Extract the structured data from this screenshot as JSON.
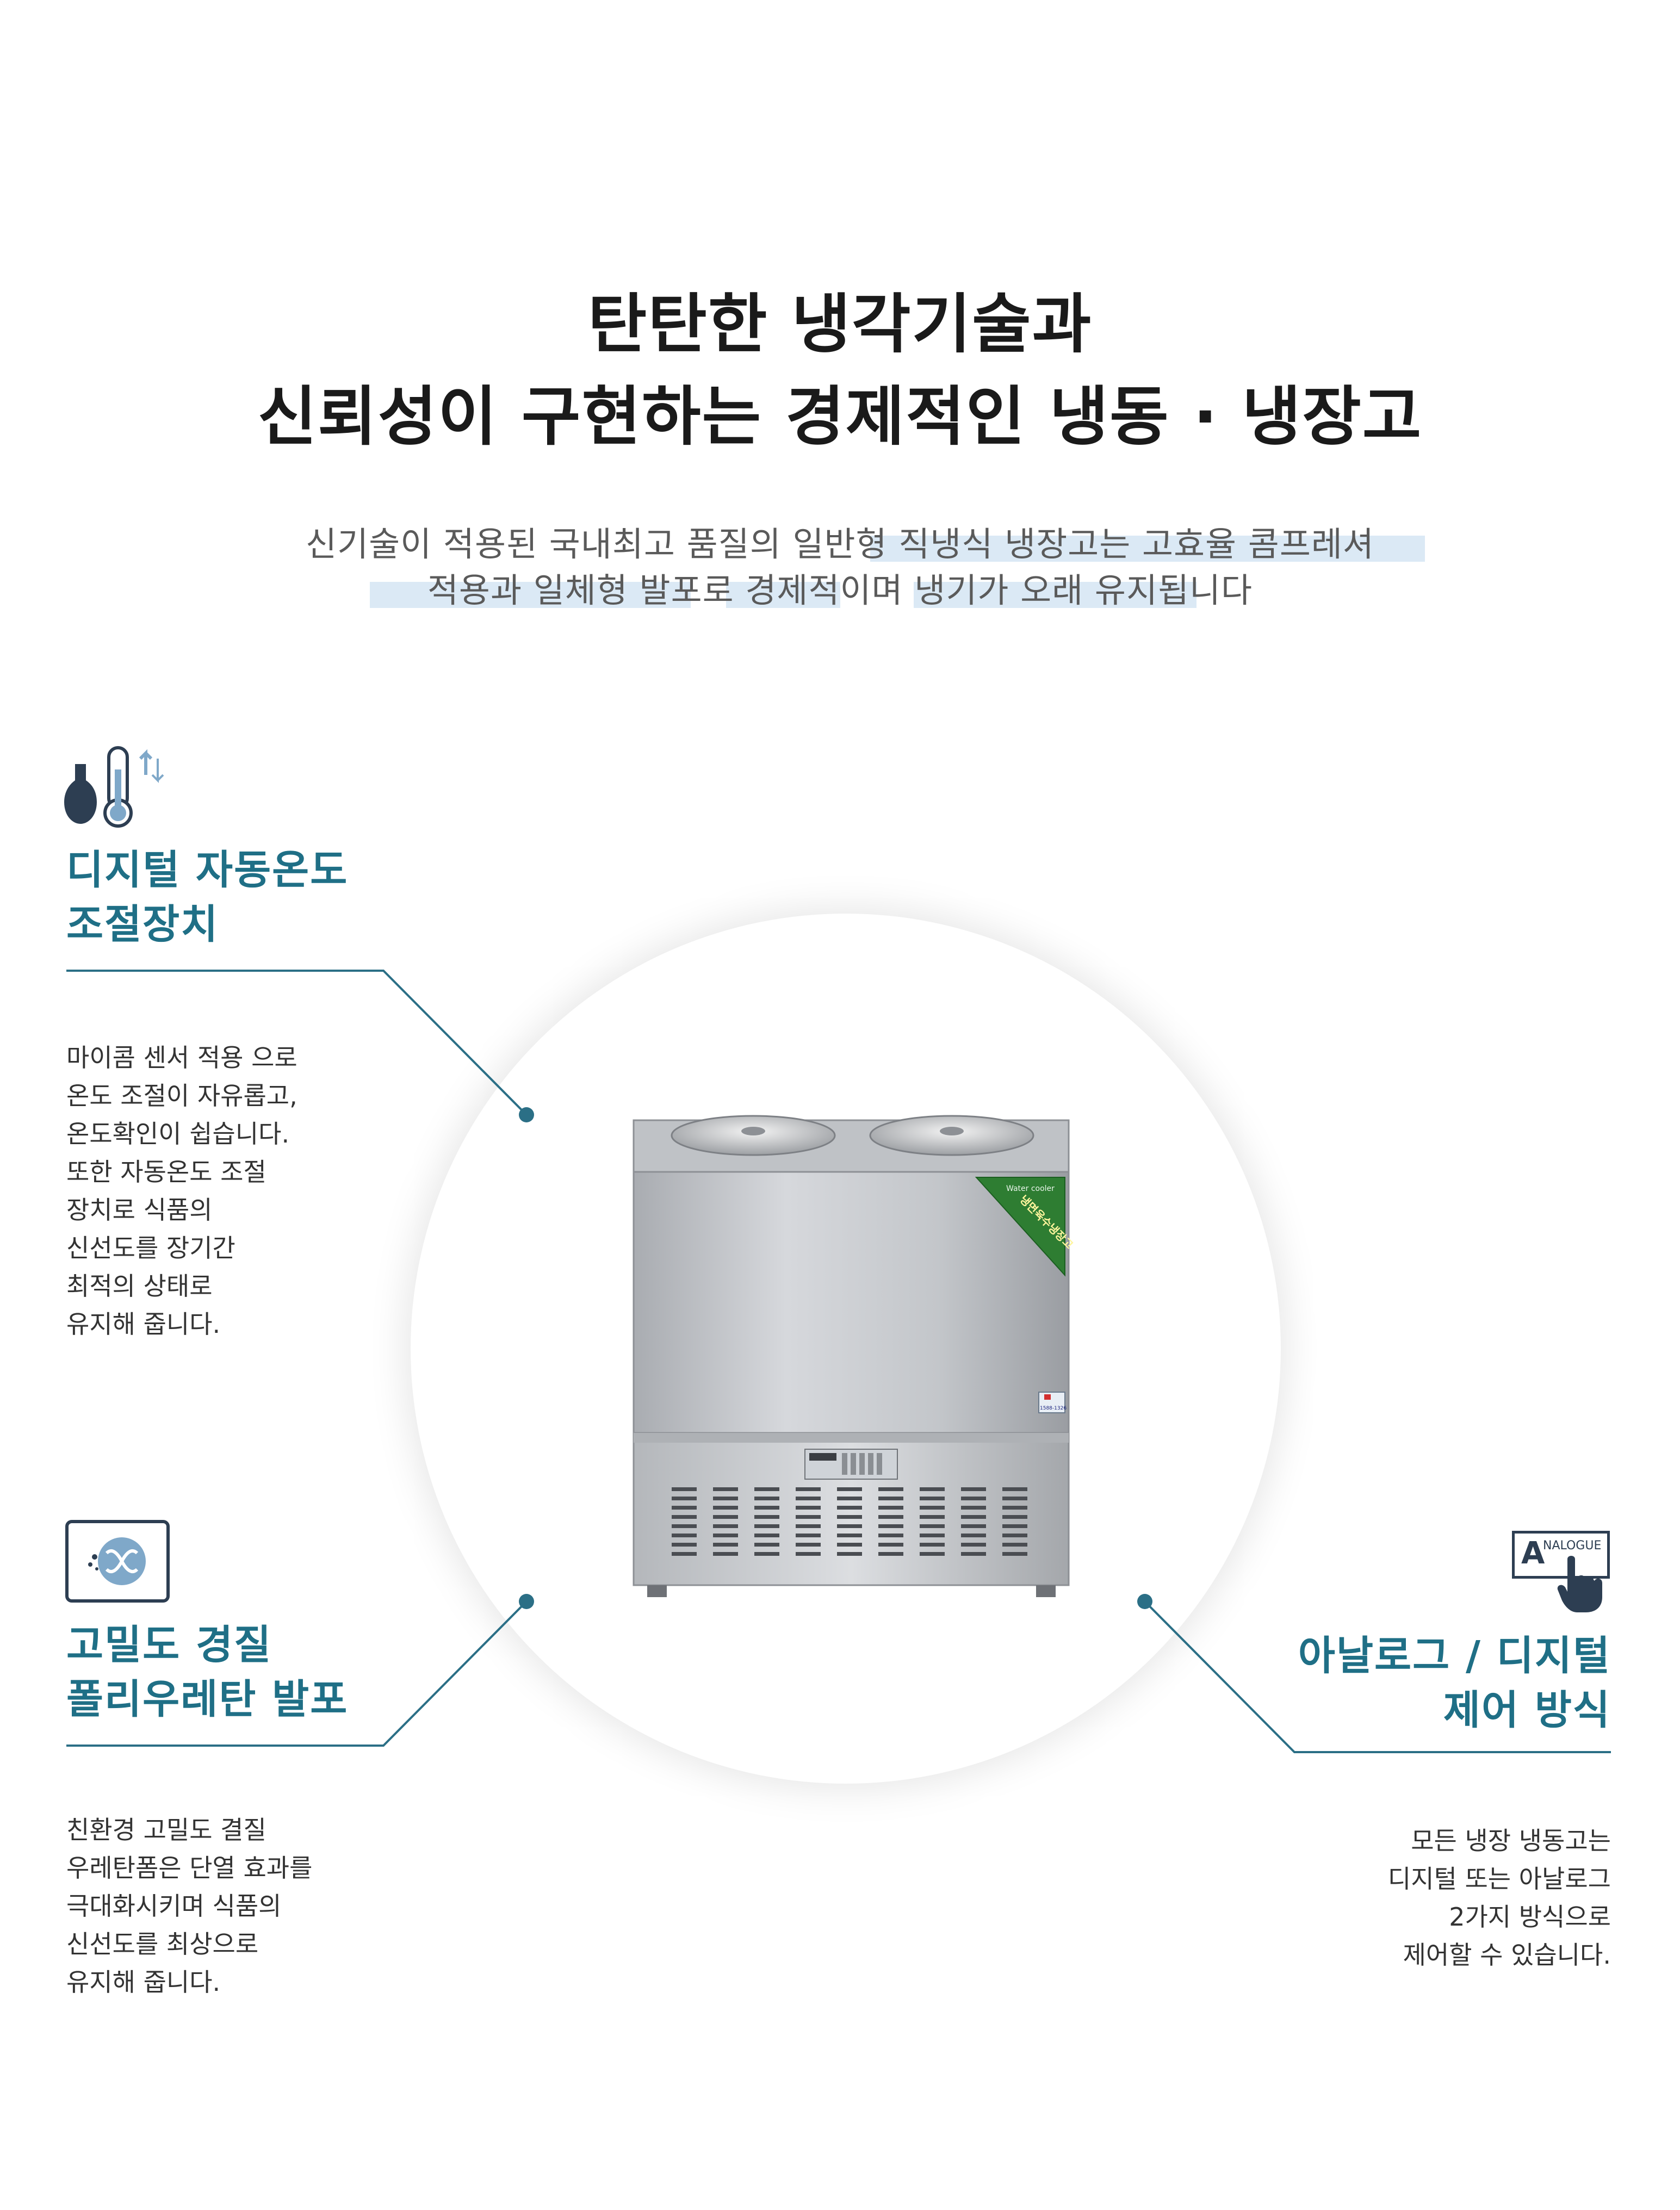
{
  "headline": {
    "line1": "탄탄한 냉각기술과",
    "line2": "신뢰성이 구현하는 경제적인 냉동 · 냉장고"
  },
  "intro": {
    "line1": "신기술이 적용된 국내최고 품질의 일반형 직냉식 냉장고는 고효율 콤프레셔",
    "line2": "적용과 일체형 발포로 경제적이며 냉기가 오래 유지됩니다"
  },
  "features": {
    "digital_temp": {
      "icon": "thermometer-icon",
      "title_line1": "디지털 자동온도",
      "title_line2": "조절장치",
      "body": [
        "마이콤 센서 적용 으로",
        "온도 조절이 자유롭고,",
        "온도확인이 쉽습니다.",
        "또한 자동온도 조절",
        "장치로 식품의",
        "신선도를 장기간",
        "최적의 상태로",
        "유지해 줍니다."
      ]
    },
    "foam": {
      "icon": "insulation-icon",
      "title_line1": "고밀도 경질",
      "title_line2": "폴리우레탄 발포",
      "body": [
        "친환경 고밀도 결질",
        "우레탄폼은 단열 효과를",
        "극대화시키며 식품의",
        "신선도를 최상으로",
        "유지해 줍니다."
      ]
    },
    "control": {
      "icon": "analogue-pointer-icon",
      "icon_letter": "A",
      "icon_text": "NALOGUE",
      "title_line1": "아날로그 / 디지털",
      "title_line2": "제어 방식",
      "body": [
        "모든 냉장 냉동고는",
        "디지털 또는 아날로그",
        "2가지 방식으로",
        "제어할 수 있습니다."
      ]
    }
  },
  "product": {
    "sticker_text": "냉면육수냉장고",
    "brand_small": "Water cooler",
    "label_small": "1588-1326"
  },
  "colors": {
    "accent": "#1f6f86",
    "line": "#2b6f86",
    "highlight": "#dbe9f5",
    "steel_light": "#c9cbcf",
    "steel_dark": "#9ea1a6",
    "sticker_green": "#2e7d32"
  }
}
